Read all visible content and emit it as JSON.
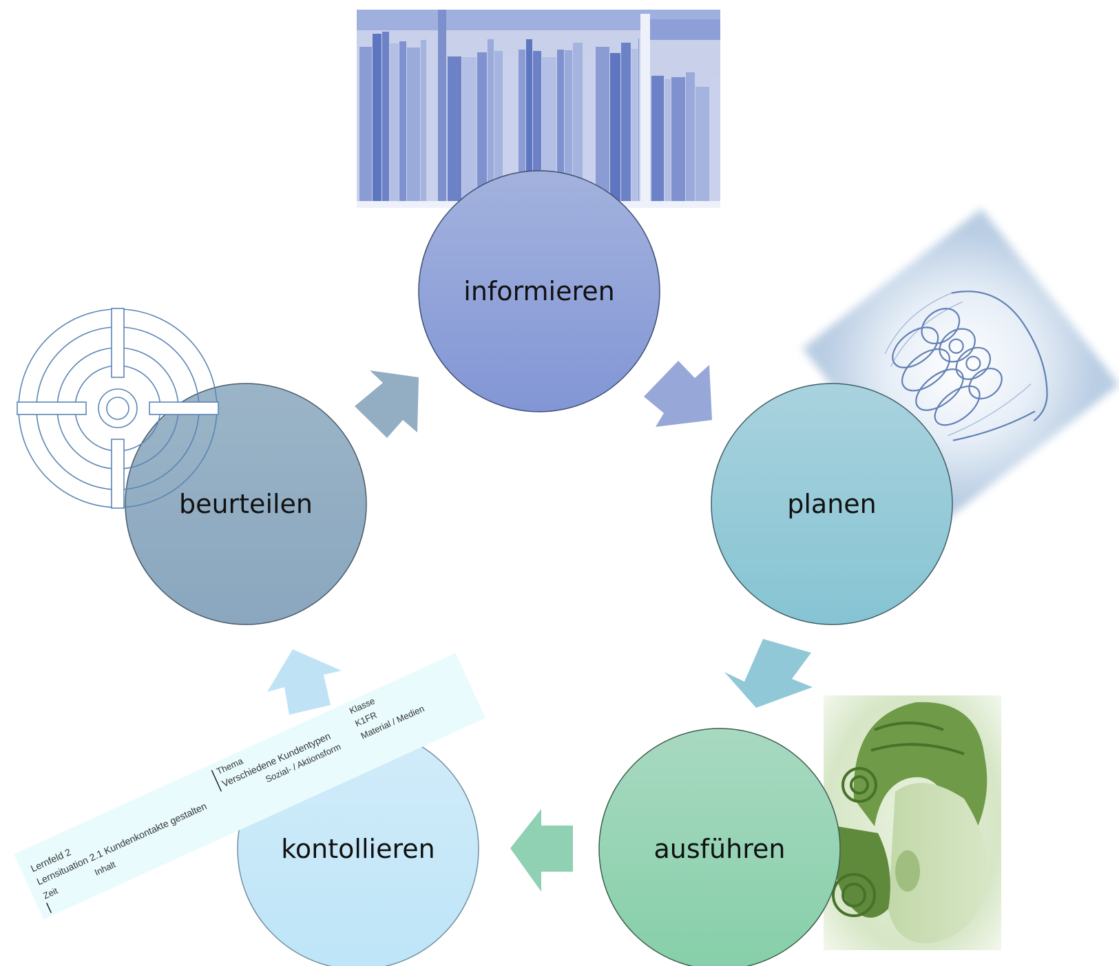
{
  "diagram": {
    "nodes": [
      {
        "id": "informieren",
        "label": "informieren",
        "color_top": "#a3b2dd",
        "color_bottom": "#8296d6"
      },
      {
        "id": "planen",
        "label": "planen",
        "color_top": "#a9d2de",
        "color_bottom": "#86c4d3"
      },
      {
        "id": "ausfuehren",
        "label": "ausführen",
        "color_top": "#a8d9c1",
        "color_bottom": "#86cfa9"
      },
      {
        "id": "kontollieren",
        "label": "kontollieren",
        "color_top": "#d2ecf9",
        "color_bottom": "#bde5f8"
      },
      {
        "id": "beurteilen",
        "label": "beurteilen",
        "color_top": "#9bb4c7",
        "color_bottom": "#8aa7bf"
      }
    ],
    "arrows": [
      {
        "from": "informieren",
        "to": "planen",
        "color": "#97a7d8"
      },
      {
        "from": "planen",
        "to": "ausfuehren",
        "color": "#91c8d7"
      },
      {
        "from": "ausfuehren",
        "to": "kontollieren",
        "color": "#8fd1b2"
      },
      {
        "from": "kontollieren",
        "to": "beurteilen",
        "color": "#bfe3f5"
      },
      {
        "from": "beurteilen",
        "to": "informieren",
        "color": "#93adc3"
      }
    ]
  },
  "document_strip": {
    "col1": {
      "line1": "Lernfeld 2",
      "line2": "Lernsituation 2.1 Kundenkontakte gestalten",
      "line3_a": "Zeit",
      "line3_b": "Inhalt"
    },
    "col2": {
      "line1": "Thema",
      "line2": "Verschiedene Kundentypen",
      "line3": "Sozial- / Aktionsform"
    },
    "col3": {
      "line1": "Klasse",
      "line2": "K1FR",
      "line3": "Material / Medien"
    }
  },
  "images": {
    "bookshelf": "bookshelf-photo",
    "hair_drawing": "hairstyle-sketch",
    "hair_photo": "mannequin-head-photo",
    "target": "crosshair-target-icon"
  }
}
